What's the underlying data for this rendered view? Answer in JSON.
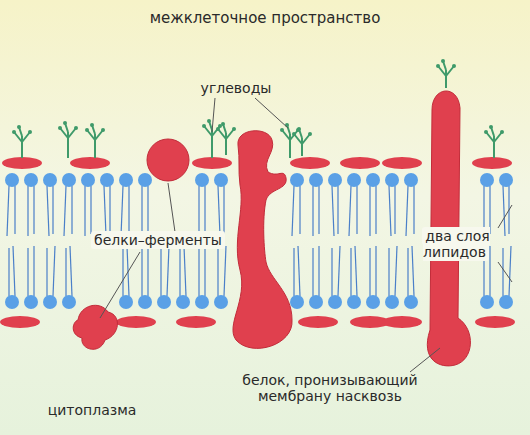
{
  "diagram": {
    "labels": [
      "межклеточное пространство",
      "углеводы",
      "белки–ферменты",
      "два слоя липидов",
      "белок, пронизывающий мембрану насквозь",
      "цитоплазма"
    ]
  }
}
